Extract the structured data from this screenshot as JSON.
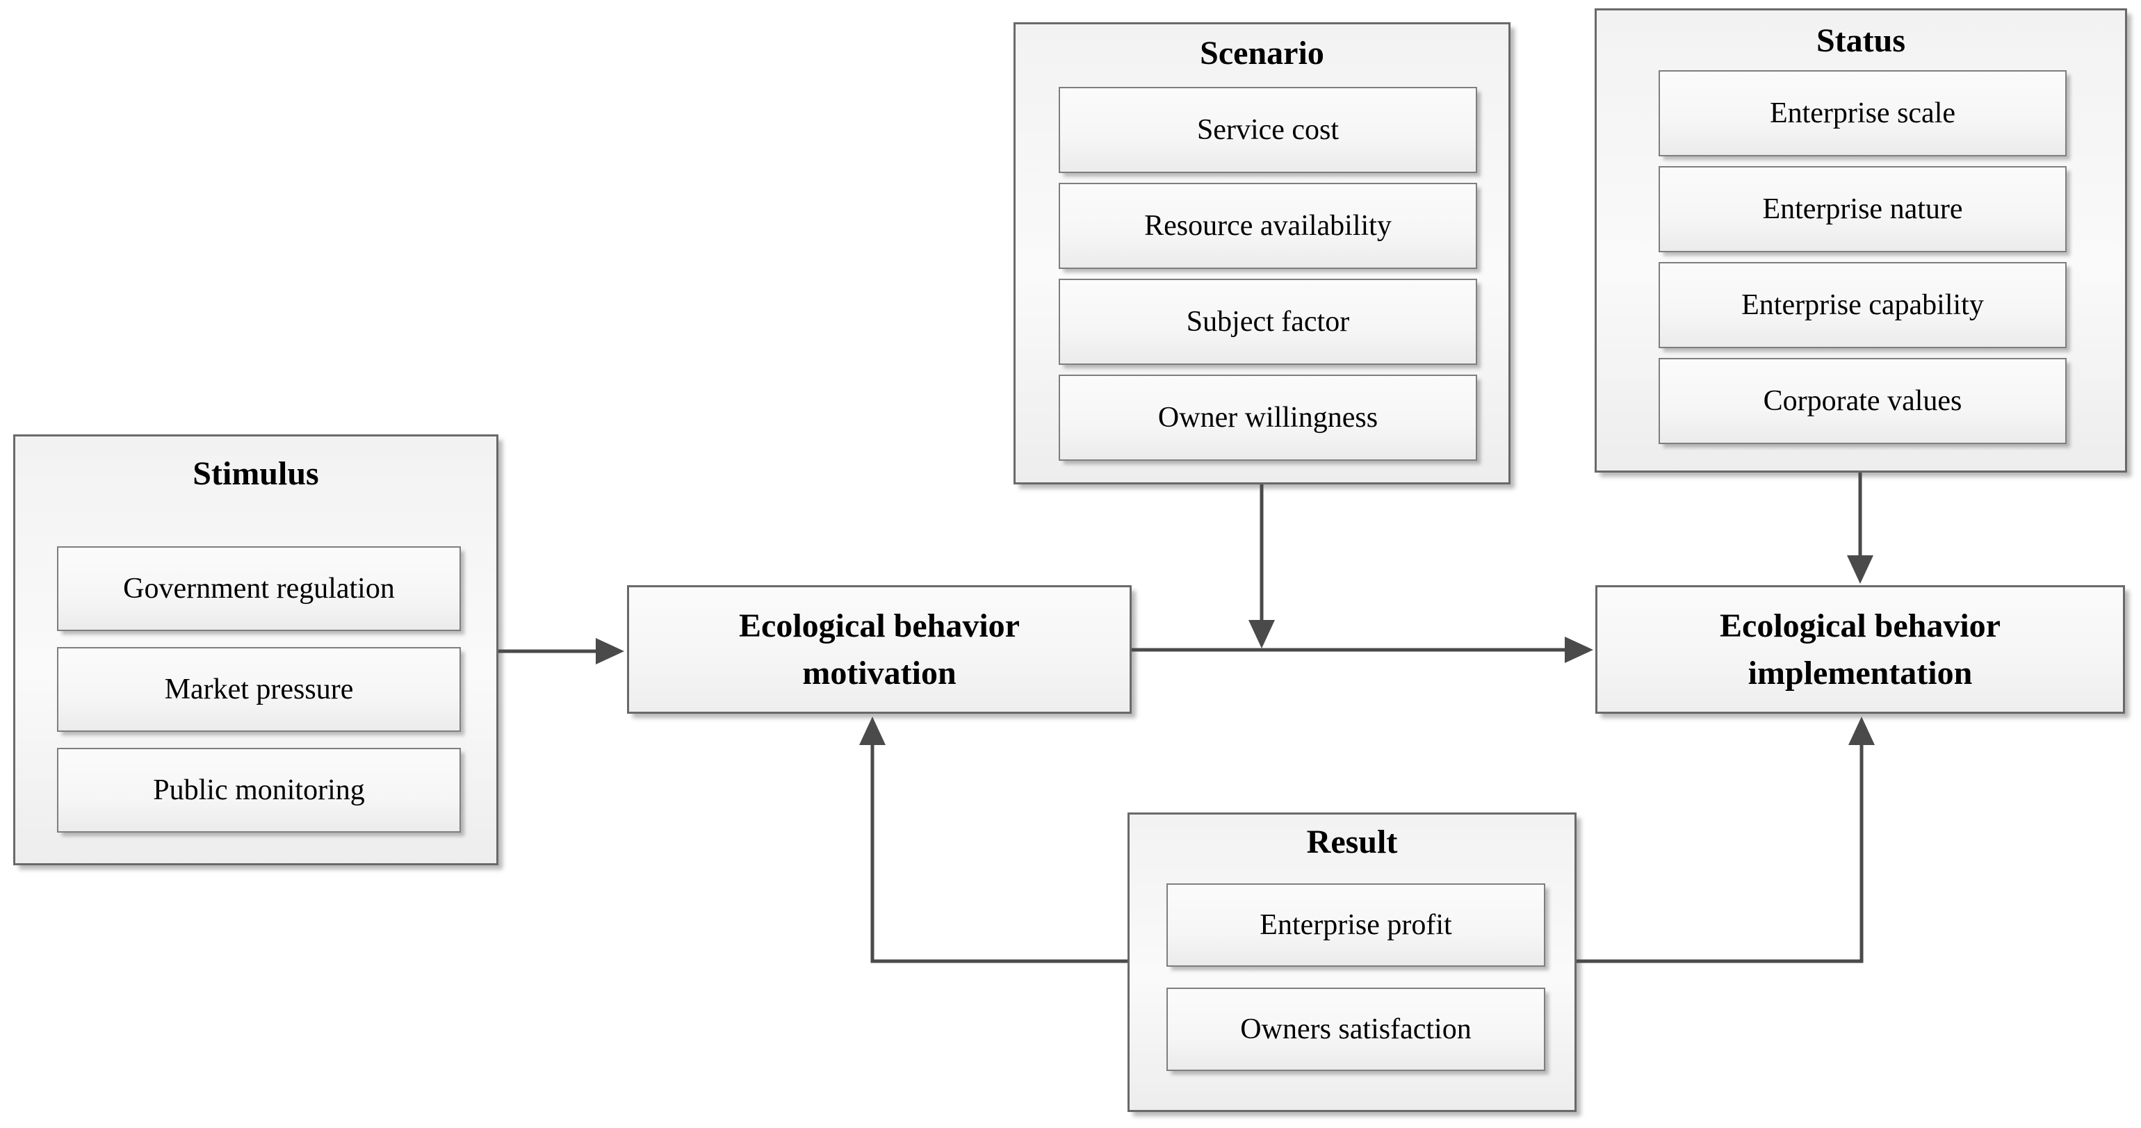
{
  "groups": {
    "stimulus": {
      "title": "Stimulus",
      "items": [
        "Government regulation",
        "Market pressure",
        "Public monitoring"
      ]
    },
    "scenario": {
      "title": "Scenario",
      "items": [
        "Service cost",
        "Resource availability",
        "Subject factor",
        "Owner willingness"
      ]
    },
    "status": {
      "title": "Status",
      "items": [
        "Enterprise scale",
        "Enterprise nature",
        "Enterprise capability",
        "Corporate values"
      ]
    },
    "result": {
      "title": "Result",
      "items": [
        "Enterprise profit",
        "Owners satisfaction"
      ]
    }
  },
  "nodes": {
    "motivation": {
      "label": "Ecological behavior motivation"
    },
    "implementation": {
      "label": "Ecological behavior implementation"
    }
  },
  "colors": {
    "border_color": "#696969",
    "inner_border_color": "#7e7e7e",
    "arrow_color": "#4a4a4a",
    "text_color": "#000000"
  }
}
